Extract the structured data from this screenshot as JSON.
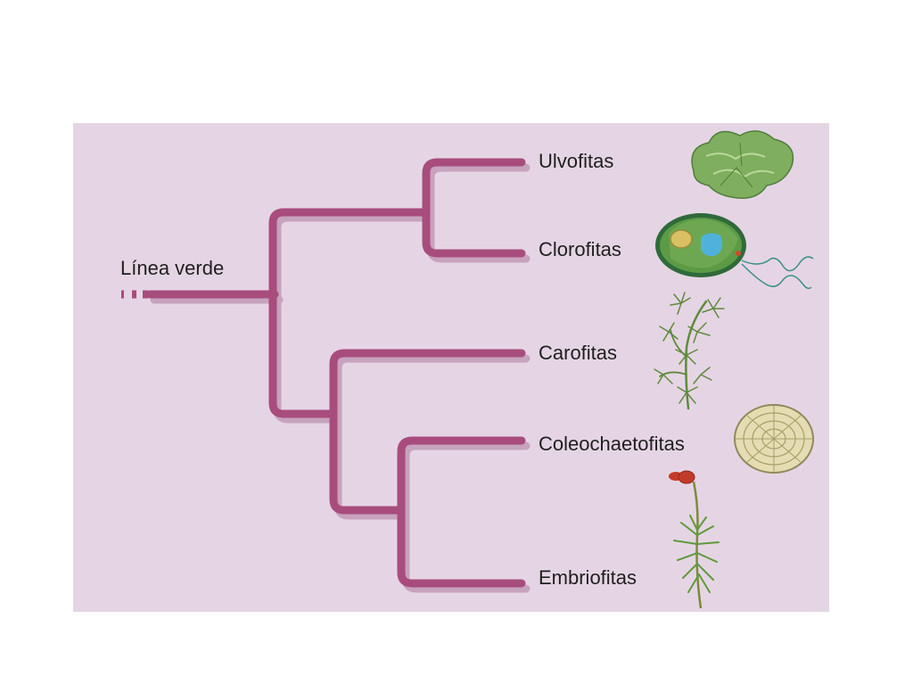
{
  "diagram": {
    "root_label": "Línea verde",
    "clades": [
      {
        "label": "Ulvofitas",
        "icon": "sea-lettuce-icon"
      },
      {
        "label": "Clorofitas",
        "icon": "green-alga-cell-icon"
      },
      {
        "label": "Carofitas",
        "icon": "stonewort-icon"
      },
      {
        "label": "Coleochaetofitas",
        "icon": "coleochaete-disc-icon"
      },
      {
        "label": "Embriofitas",
        "icon": "moss-plant-icon"
      }
    ],
    "colors": {
      "background": "#e5d5e4",
      "branch": "#a84c7d",
      "branch_shadow": "#c7a3bd"
    }
  }
}
